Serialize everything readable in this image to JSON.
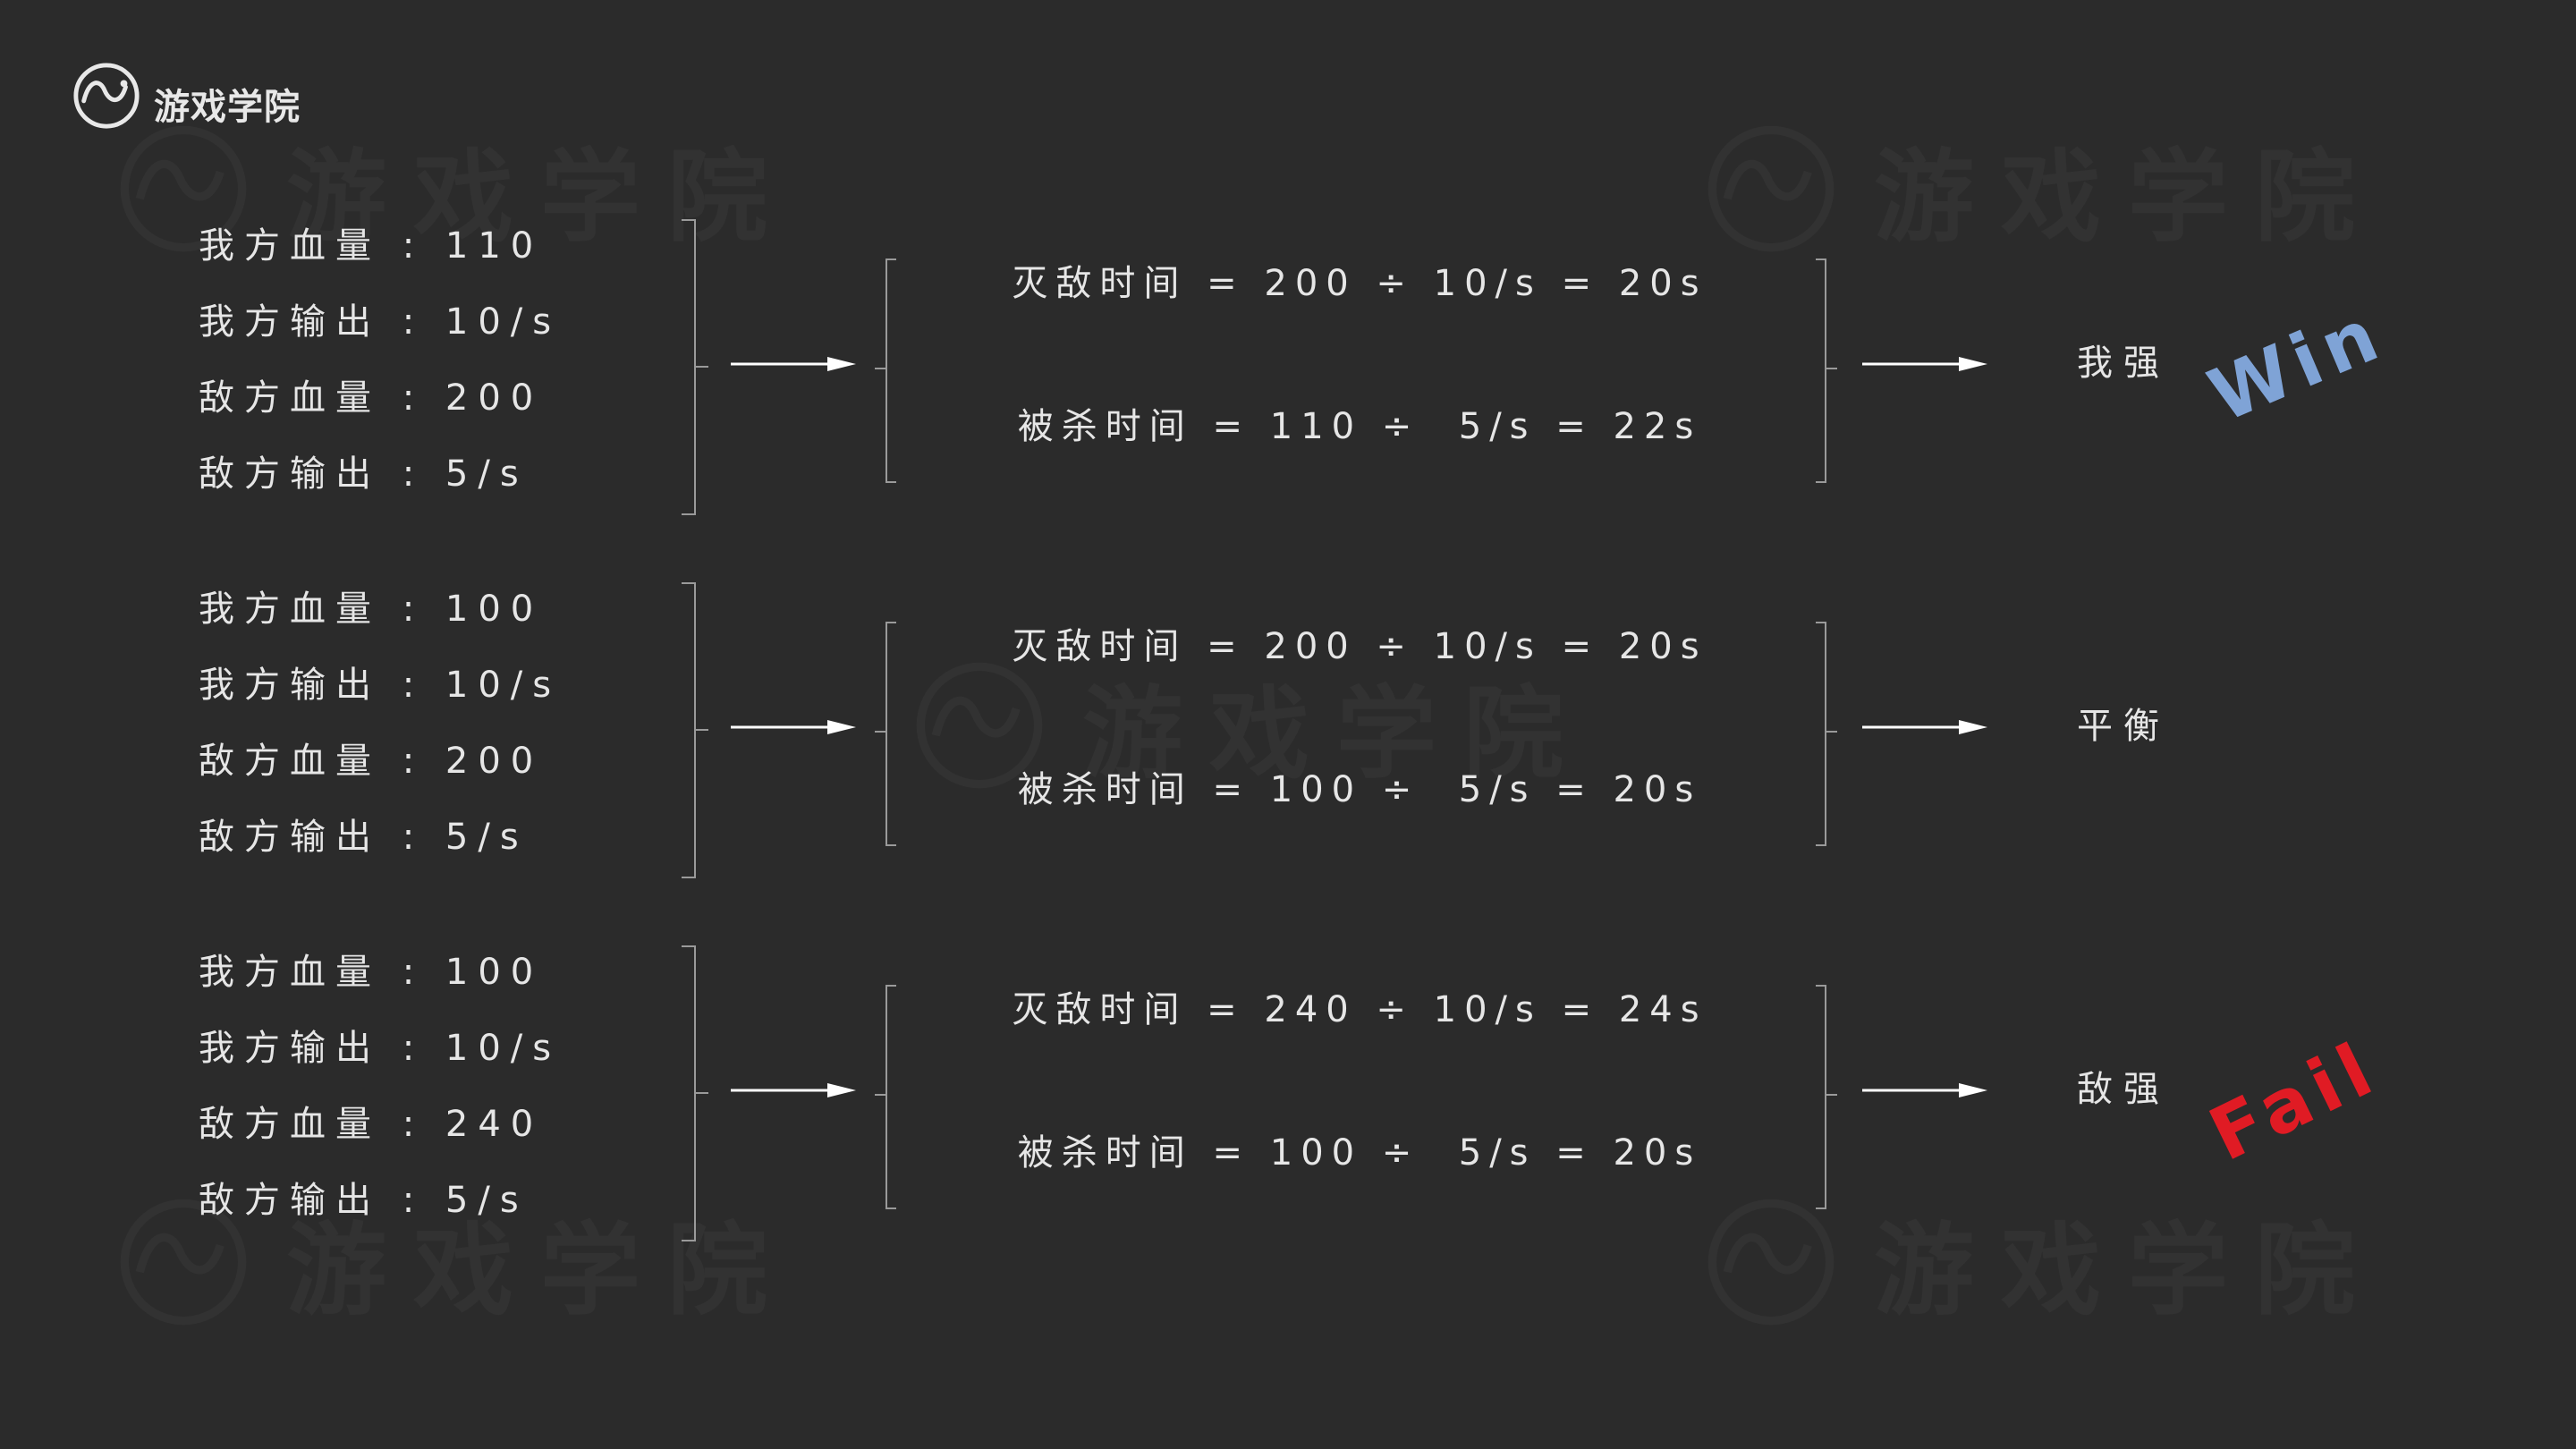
{
  "brand": {
    "logo_text": "游戏学院",
    "logo_icon": "game-academy-logo-icon"
  },
  "watermark_text": "游戏学院",
  "rows": [
    {
      "stats": [
        "我方血量 : 110",
        "我方输出 : 10/s",
        "敌方血量 : 200",
        "敌方输出 : 5/s"
      ],
      "kill_time": "灭敌时间 = 200 ÷ 10/s = 20s",
      "killed_time": "被杀时间 = 110 ÷  5/s = 22s",
      "result": "我强",
      "badge": "Win"
    },
    {
      "stats": [
        "我方血量 : 100",
        "我方输出 : 10/s",
        "敌方血量 : 200",
        "敌方输出 : 5/s"
      ],
      "kill_time": "灭敌时间 = 200 ÷ 10/s = 20s",
      "killed_time": "被杀时间 = 100 ÷  5/s = 20s",
      "result": "平衡",
      "badge": ""
    },
    {
      "stats": [
        "我方血量 : 100",
        "我方输出 : 10/s",
        "敌方血量 : 240",
        "敌方输出 : 5/s"
      ],
      "kill_time": "灭敌时间 = 240 ÷ 10/s = 24s",
      "killed_time": "被杀时间 = 100 ÷  5/s = 20s",
      "result": "敌强",
      "badge": "Fail"
    }
  ],
  "colors": {
    "background": "#2b2b2b",
    "text": "#e6e6e6",
    "bracket": "#9a9a9a",
    "win": "#7fa3d6",
    "fail": "#e01b24"
  }
}
